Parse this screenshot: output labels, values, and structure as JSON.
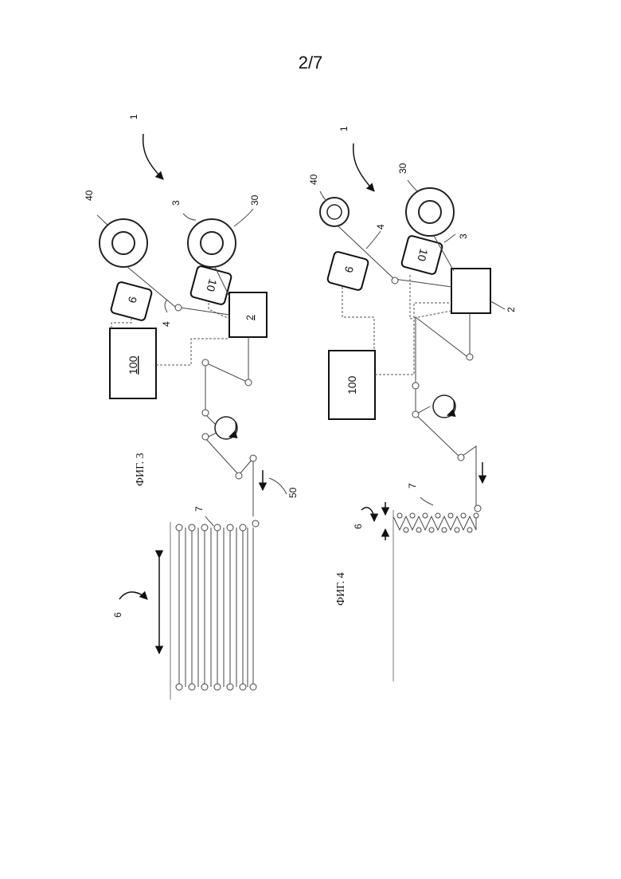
{
  "page": {
    "number": "2/7"
  },
  "fig3": {
    "caption": "ФИГ. 3",
    "labels": {
      "l1": "1",
      "l40": "40",
      "l3": "3",
      "l30": "30",
      "l9": "9",
      "l10": "10",
      "l4": "4",
      "l2": "2",
      "l100": "100",
      "l50": "50",
      "l7": "7",
      "l6": "6"
    }
  },
  "fig4": {
    "caption": "ФИГ. 4",
    "labels": {
      "l1": "1",
      "l40": "40",
      "l30": "30",
      "l4": "4",
      "l3": "3",
      "l9": "9",
      "l10": "10",
      "l2": "2",
      "l100": "100",
      "l7": "7",
      "l6": "6"
    }
  }
}
